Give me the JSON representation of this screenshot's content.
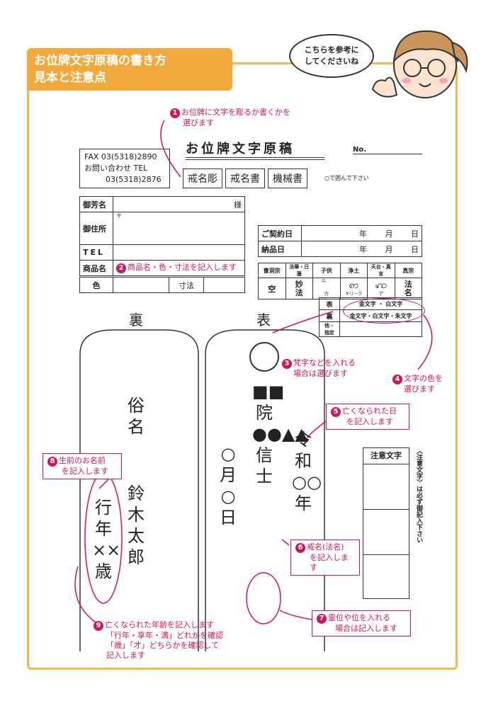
{
  "header": {
    "line1": "お位牌文字原稿の書き方",
    "line2": "見本と注意点"
  },
  "bubble": {
    "line1": "こちらを参考に",
    "line2": "してくださいね"
  },
  "note1": {
    "num": "1",
    "line1": "お位牌に文字を彫るか書くかを",
    "line2": "選びます"
  },
  "form": {
    "title": "お位牌文字原稿",
    "no_label": "No.",
    "fax": "FAX 03(5318)2890",
    "tel_label": "お問い合わせ TEL",
    "tel": "03(5318)2876",
    "methods": [
      "戒名彫",
      "戒名書",
      "機械書"
    ],
    "methods_hint": "○で囲んで下さい"
  },
  "customer": {
    "name_label": "御芳名",
    "name_suffix": "様",
    "address_label": "御住所",
    "postal": "〒",
    "tel_label": "TEL",
    "product_label": "商品名",
    "color_label": "色",
    "size_label": "寸法"
  },
  "note2": {
    "num": "2",
    "text": "商品名・色・寸法を記入します"
  },
  "dates": {
    "contract_label": "ご契約日",
    "delivery_label": "納品日",
    "y": "年",
    "m": "月",
    "d": "日"
  },
  "sects": {
    "headers": [
      "曹洞宗",
      "法華・日蓮",
      "子供",
      "浄土",
      "天台・真言",
      "真宗"
    ],
    "cells": [
      "空",
      "妙\n法",
      "カ",
      "キリーク",
      "ア",
      "法\n名"
    ]
  },
  "colors_table": {
    "front_label": "表",
    "front_value": "金文字 ・ 白文字",
    "back_label": "裏",
    "back_value": "金文字・白文字・朱文字",
    "other_label": "他・指定"
  },
  "plaques": {
    "back_label": "裏",
    "front_label": "表"
  },
  "back_text": {
    "col1": "俗名",
    "col2": "鈴木 太郎",
    "col3": "行年 ××歳"
  },
  "front_text": {
    "left": "○月○日",
    "center": "■■院●●▲▲信士",
    "right": "令和○○年"
  },
  "caution": {
    "label": "注意文字",
    "side": "〈注意文字〉は必ず御記入下さい"
  },
  "note3": {
    "num": "3",
    "line1": "梵字などを入れる",
    "line2": "場合は選びます"
  },
  "note4": {
    "num": "4",
    "line1": "文字の色を",
    "line2": "選びます"
  },
  "note5": {
    "num": "5",
    "line1": "亡くなられた日",
    "line2": "を記入します"
  },
  "note6": {
    "num": "6",
    "line1": "戒名(法名)",
    "line2": "を記入します"
  },
  "note7": {
    "num": "7",
    "line1": "霊位や位を入れる",
    "line2": "場合は記入します"
  },
  "note8": {
    "num": "8",
    "line1": "生前のお名前",
    "line2": "を記入します"
  },
  "note9": {
    "num": "9",
    "line1": "亡くなられた年齢を記入します",
    "line2": "「行年・享年・満」どれかを確認",
    "line3": "「歳」「才」どちらかを確認して",
    "line4": "記入します"
  },
  "theme": {
    "accent": "#f2a93b",
    "pink": "#d4145a"
  }
}
